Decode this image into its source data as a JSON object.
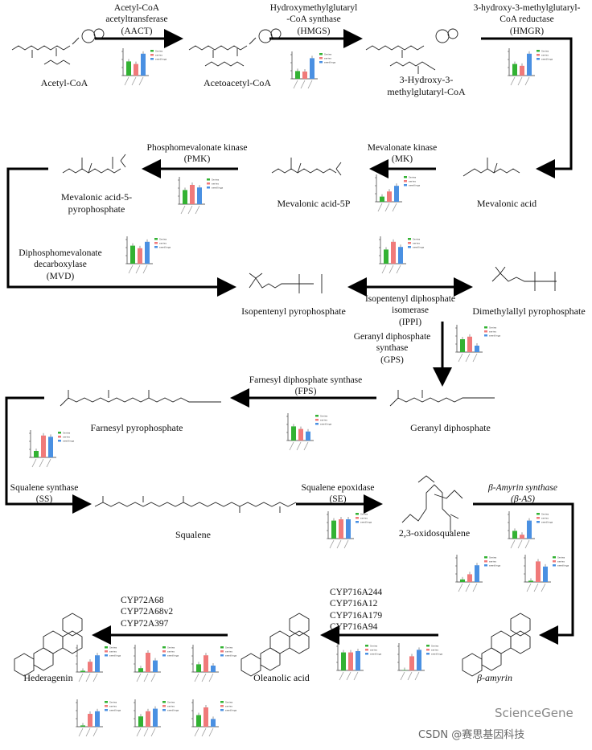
{
  "compounds": {
    "acetyl_coa": "Acetyl-CoA",
    "acetoacetyl_coa": "Acetoacetyl-CoA",
    "hmg_coa": "3-Hydroxy-3-\nmethylglutaryl-CoA",
    "mevalonic_acid": "Mevalonic acid",
    "mevalonic_acid_5p": "Mevalonic acid-5P",
    "mevalonic_acid_5pp": "Mevalonic acid-5-\npyrophosphate",
    "ipp": "Isopentenyl pyrophosphate",
    "dmapp": "Dimethylallyl pyrophosphate",
    "gpp": "Geranyl diphosphate",
    "fpp": "Farnesyl pyrophosphate",
    "squalene": "Squalene",
    "oxidosqualene": "2,3-oxidosqualene",
    "beta_amyrin": "β-amyrin",
    "oleanolic_acid": "Oleanolic acid",
    "hederagenin": "Hederagenin"
  },
  "enzymes": {
    "aact": "Acetyl-CoA\nacetyltransferase\n(AACT)",
    "hmgs": "Hydroxymethylglutaryl\n-CoA synthase\n(HMGS)",
    "hmgr": "3-hydroxy-3-methylglutaryl-\nCoA reductase\n(HMGR)",
    "mk": "Mevalonate kinase\n(MK)",
    "pmk": "Phosphomevalonate kinase\n(PMK)",
    "mvd": "Diphosphomevalonate\ndecarboxylase\n(MVD)",
    "ippi": "Isopentenyl diphosphate\nisomerase\n(IPPI)",
    "gps": "Geranyl diphosphate\nsynthase\n(GPS)",
    "fps": "Farnesyl diphosphate synthase\n(FPS)",
    "ss": "Squalene synthase\n(SS)",
    "se": "Squalene epoxidase\n(SE)",
    "bas": "β-Amyrin synthase\n(β-AS)",
    "cyp716": "CYP716A244\nCYP716A12\nCYP716A179\nCYP716A94",
    "cyp72": "CYP72A68\nCYP72A68v2\nCYP72A397"
  },
  "legend": [
    "Series",
    "series",
    "seedlings"
  ],
  "colors": {
    "green": "#33b233",
    "red": "#f07a7a",
    "blue": "#4a90e2"
  },
  "watermark": {
    "line1": "ScienceGene",
    "line2": "CSDN @赛思基因科技"
  },
  "charts": [
    {
      "id": "aact",
      "values": [
        0.55,
        0.45,
        0.85
      ]
    },
    {
      "id": "hmgs",
      "values": [
        0.3,
        0.28,
        0.8
      ]
    },
    {
      "id": "hmgr",
      "values": [
        0.45,
        0.38,
        0.85
      ]
    },
    {
      "id": "mk",
      "values": [
        0.2,
        0.4,
        0.62
      ]
    },
    {
      "id": "pmk",
      "values": [
        0.55,
        0.75,
        0.65
      ]
    },
    {
      "id": "mvd",
      "values": [
        0.7,
        0.6,
        0.85
      ]
    },
    {
      "id": "ippi",
      "values": [
        0.55,
        0.85,
        0.65
      ]
    },
    {
      "id": "gps",
      "values": [
        0.5,
        0.6,
        0.25
      ]
    },
    {
      "id": "fps",
      "values": [
        0.55,
        0.45,
        0.35
      ]
    },
    {
      "id": "ss",
      "values": [
        0.25,
        0.85,
        0.8
      ]
    },
    {
      "id": "se",
      "values": [
        0.7,
        0.75,
        0.75
      ]
    },
    {
      "id": "bas1",
      "values": [
        0.3,
        0.15,
        0.7
      ]
    },
    {
      "id": "bas2",
      "values": [
        0.1,
        0.3,
        0.65
      ]
    },
    {
      "id": "bas3",
      "values": [
        0.05,
        0.8,
        0.6
      ]
    },
    {
      "id": "cyp716a",
      "values": [
        0.7,
        0.7,
        0.75
      ]
    },
    {
      "id": "cyp716b",
      "values": [
        0.0,
        0.55,
        0.8
      ]
    },
    {
      "id": "cyp72a",
      "values": [
        0.05,
        0.4,
        0.65
      ]
    },
    {
      "id": "cyp72b",
      "values": [
        0.15,
        0.75,
        0.45
      ]
    },
    {
      "id": "cyp72c",
      "values": [
        0.3,
        0.65,
        0.25
      ]
    },
    {
      "id": "cyp72d",
      "values": [
        0.05,
        0.5,
        0.6
      ]
    },
    {
      "id": "cyp72e",
      "values": [
        0.4,
        0.6,
        0.7
      ]
    },
    {
      "id": "cyp72f",
      "values": [
        0.45,
        0.75,
        0.3
      ]
    }
  ]
}
